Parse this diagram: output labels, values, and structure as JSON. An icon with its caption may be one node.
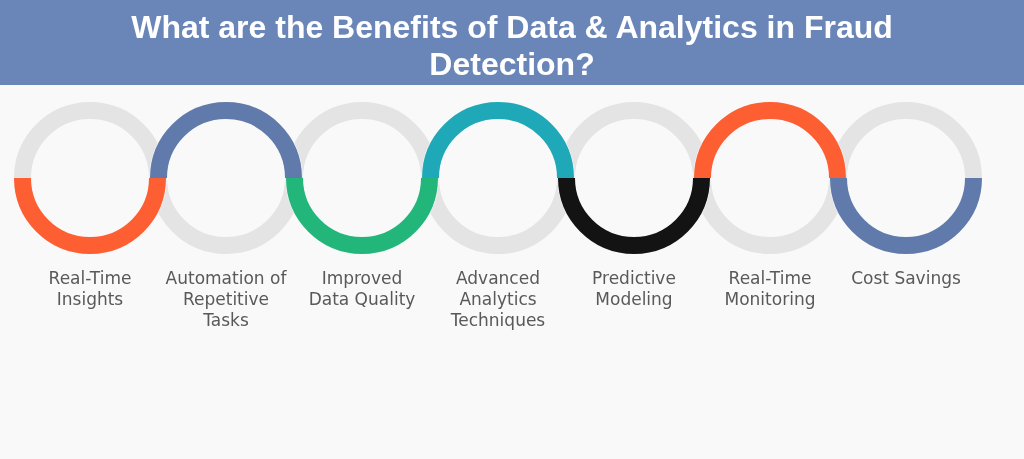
{
  "diagram": {
    "title": "What are the Benefits of Data & Analytics in Fraud Detection?",
    "nodes": [
      {
        "text": [
          "Real-Time Insights"
        ]
      },
      {
        "text": [
          "Automation of Repetitive Tasks"
        ]
      },
      {
        "text": [
          "Improved Data Quality"
        ]
      },
      {
        "text": [
          "Advanced Analytics Techniques"
        ]
      },
      {
        "text": [
          "Predictive Modeling"
        ]
      },
      {
        "text": [
          "Real-Time Monitoring"
        ]
      },
      {
        "text": [
          "Cost Savings"
        ]
      }
    ]
  }
}
